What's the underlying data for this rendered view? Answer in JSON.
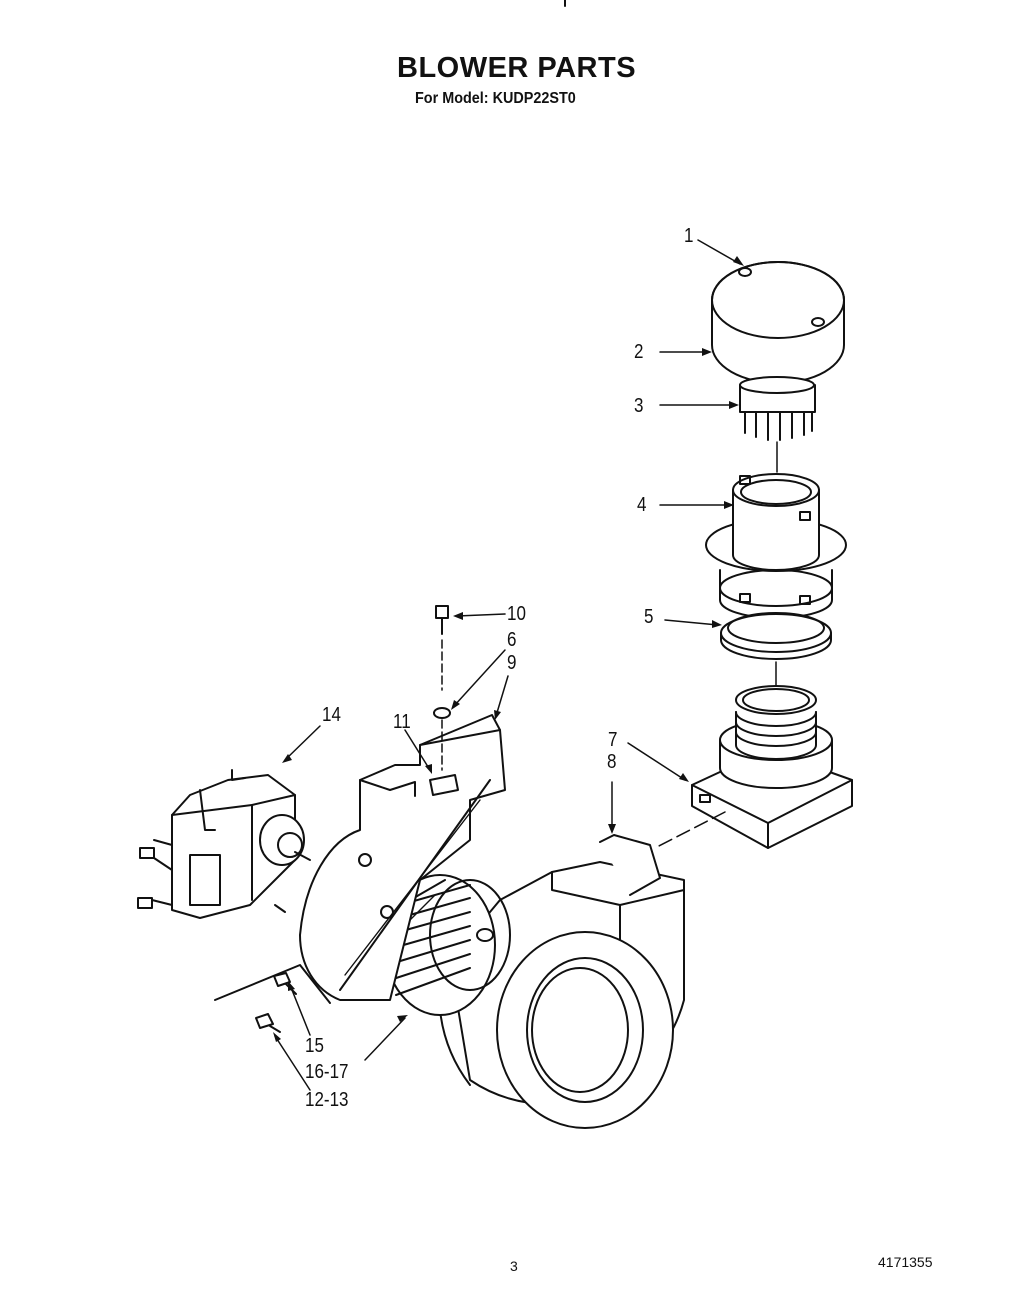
{
  "header": {
    "title": "BLOWER PARTS",
    "subtitle": "For Model: KUDP22ST0"
  },
  "callouts": {
    "c1": "1",
    "c2": "2",
    "c3": "3",
    "c4": "4",
    "c5": "5",
    "c10": "10",
    "c6": "6",
    "c9": "9",
    "c14": "14",
    "c11": "11",
    "c7": "7",
    "c8": "8",
    "c15": "15",
    "c16_17": "16-17",
    "c12_13": "12-13"
  },
  "footer": {
    "page_number": "3",
    "doc_number": "4171355"
  }
}
